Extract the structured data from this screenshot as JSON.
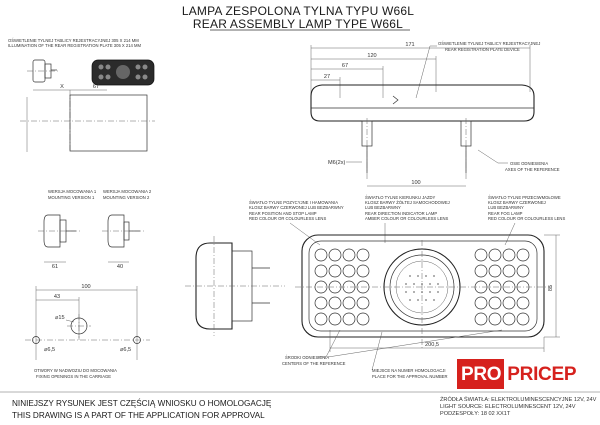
{
  "title": {
    "line1": "LAMPA ZESPOLONA TYLNA  TYPU W66L",
    "line2": "REAR ASSEMBLY LAMP TYPE W66L"
  },
  "plate_illumination": {
    "pl": "OŚWIETLENIE TYLNEJ TABLICY REJESTRACYJNEJ 305 X 214 MM",
    "en": "ILLUMINATION OF THE REAR REGISTRATION PLATE 305 X 214 MM",
    "x_label": "X",
    "dim_67": "67"
  },
  "plate_device": {
    "pl": "OŚWIETLENIE TYLNEJ TABLICY REJESTRACYJNEJ",
    "en": "REAR REGISTRATION PLATE DEVICE"
  },
  "mounting": {
    "v1_pl": "WERSJA MOCOWANIA 1",
    "v1_en": "MOUNTING VERSION 1",
    "v2_pl": "WERSJA MOCOWANIA 2",
    "v2_en": "MOUNTING VERSION 2",
    "dim_61": "61",
    "dim_40": "40"
  },
  "side_view_dims": {
    "d171": "171",
    "d120": "120",
    "d67": "67",
    "d27": "27",
    "d100": "100",
    "thread": "M6(2x)"
  },
  "axes_ref": {
    "pl": "OSIE ODNIESIENIA",
    "en": "AXES OF THE REFERENCE"
  },
  "functions": {
    "position": {
      "pl1": "ŚWIATŁO TYLNE POZYCYJNE I HAMOWANIA",
      "pl2": "KLOSZ BARWY CZERWONEJ LUB BEZBARWNY",
      "en1": "REAR POSITION AND STOP LAMP",
      "en2": "RED COLOUR  OR COLOURLESS LENS"
    },
    "direction": {
      "pl1": "ŚWIATŁO TYLNE KIERUNKU JAZDY",
      "pl2": "KLOSZ BARWY ŻÓŁTEJ SAMOCHODOWEJ",
      "pl3": "LUB BEZBARWNY",
      "en1": "REAR DIRECTION INDICATOR LAMP",
      "en2": "AMBER COLOUR  OR COLOURLESS LENS"
    },
    "fog": {
      "pl1": "ŚWIATŁO TYLNE PRZECIWMGŁOWE",
      "pl2": "KLOSZ BARWY CZERWONEJ",
      "pl3": "LUB BEZBARWNY",
      "en1": "REAR FOG LAMP",
      "en2": "RED COLOUR  OR COLOURLESS LENS"
    }
  },
  "front_view_dims": {
    "d85": "85",
    "d200_5": "200,5"
  },
  "centers_ref": {
    "pl": "ŚRODKI ODNIESIENIA",
    "en": "CENTERS OF THE REFERENCE"
  },
  "approval_place": {
    "pl": "MIEJSCE NA NUMER HOMOLOGACJI",
    "en": "PLACE FOR THE APPROVAL NUMBER"
  },
  "holes": {
    "d43": "43",
    "d100": "100",
    "phi15": "⌀15",
    "phi6_5_left": "⌀6,5",
    "phi6_5_right": "⌀6,5",
    "pl": "OTWORY W NADWOZIU DO MOCOWANIA",
    "en": "FIXING OPENINGS IN THE CARRIAGE"
  },
  "source": {
    "pl": "ŹRÓDŁA ŚWIATŁA: ELEKTROLUMINESCENCYJNE  12V, 24V",
    "en": "LIGHT SOURCE: ELECTROLUMINESCENT  12V, 24V",
    "extra": "PODZESPOŁY: 18 02 XX1T"
  },
  "footer": {
    "pl": "NINIEJSZY RYSUNEK JEST CZĘŚCIĄ WNIOSKU O  HOMOLOGACJĘ",
    "en": "THIS DRAWING IS A PART OF THE APPLICATION FOR  APPROVAL"
  },
  "watermark": {
    "pro": "PRO",
    "pricep": "PRICEP"
  },
  "colors": {
    "line": "#333333",
    "brand_red": "#d6211d"
  }
}
